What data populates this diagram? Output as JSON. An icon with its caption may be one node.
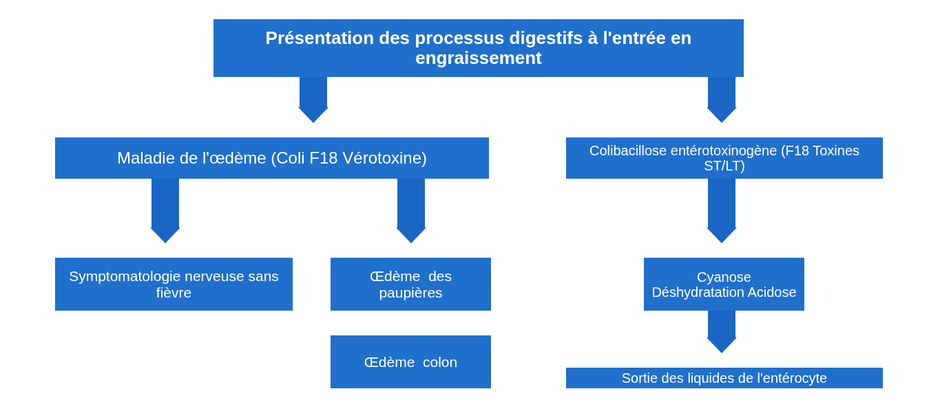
{
  "diagram": {
    "nodes": [
      {
        "text": [
          "Présentation des processus digestifs à l'entrée en engraissement"
        ]
      },
      {
        "text": [
          "Maladie de l'œdème (Coli F18 Vérotoxine)"
        ]
      },
      {
        "text": [
          "Colibacillose entérotoxinogène (F18 Toxines ST/LT)"
        ]
      },
      {
        "text": [
          "Symptomatologie nerveuse sans fièvre"
        ]
      },
      {
        "text": [
          "Œdème  des paupières"
        ]
      },
      {
        "text": [
          "Œdème  colon"
        ]
      },
      {
        "text": [
          "Cyanose Déshydratation Acidose"
        ]
      },
      {
        "text": [
          "Sortie des liquides de l'entérocyte"
        ]
      }
    ],
    "edges": [
      {
        "from": 0,
        "to": 1,
        "arrow": "to"
      },
      {
        "from": 0,
        "to": 2,
        "arrow": "to"
      },
      {
        "from": 1,
        "to": 3,
        "arrow": "to"
      },
      {
        "from": 1,
        "to": 4,
        "arrow": "to"
      },
      {
        "from": 2,
        "to": 6,
        "arrow": "to"
      },
      {
        "from": 6,
        "to": 7,
        "arrow": "to"
      }
    ]
  }
}
